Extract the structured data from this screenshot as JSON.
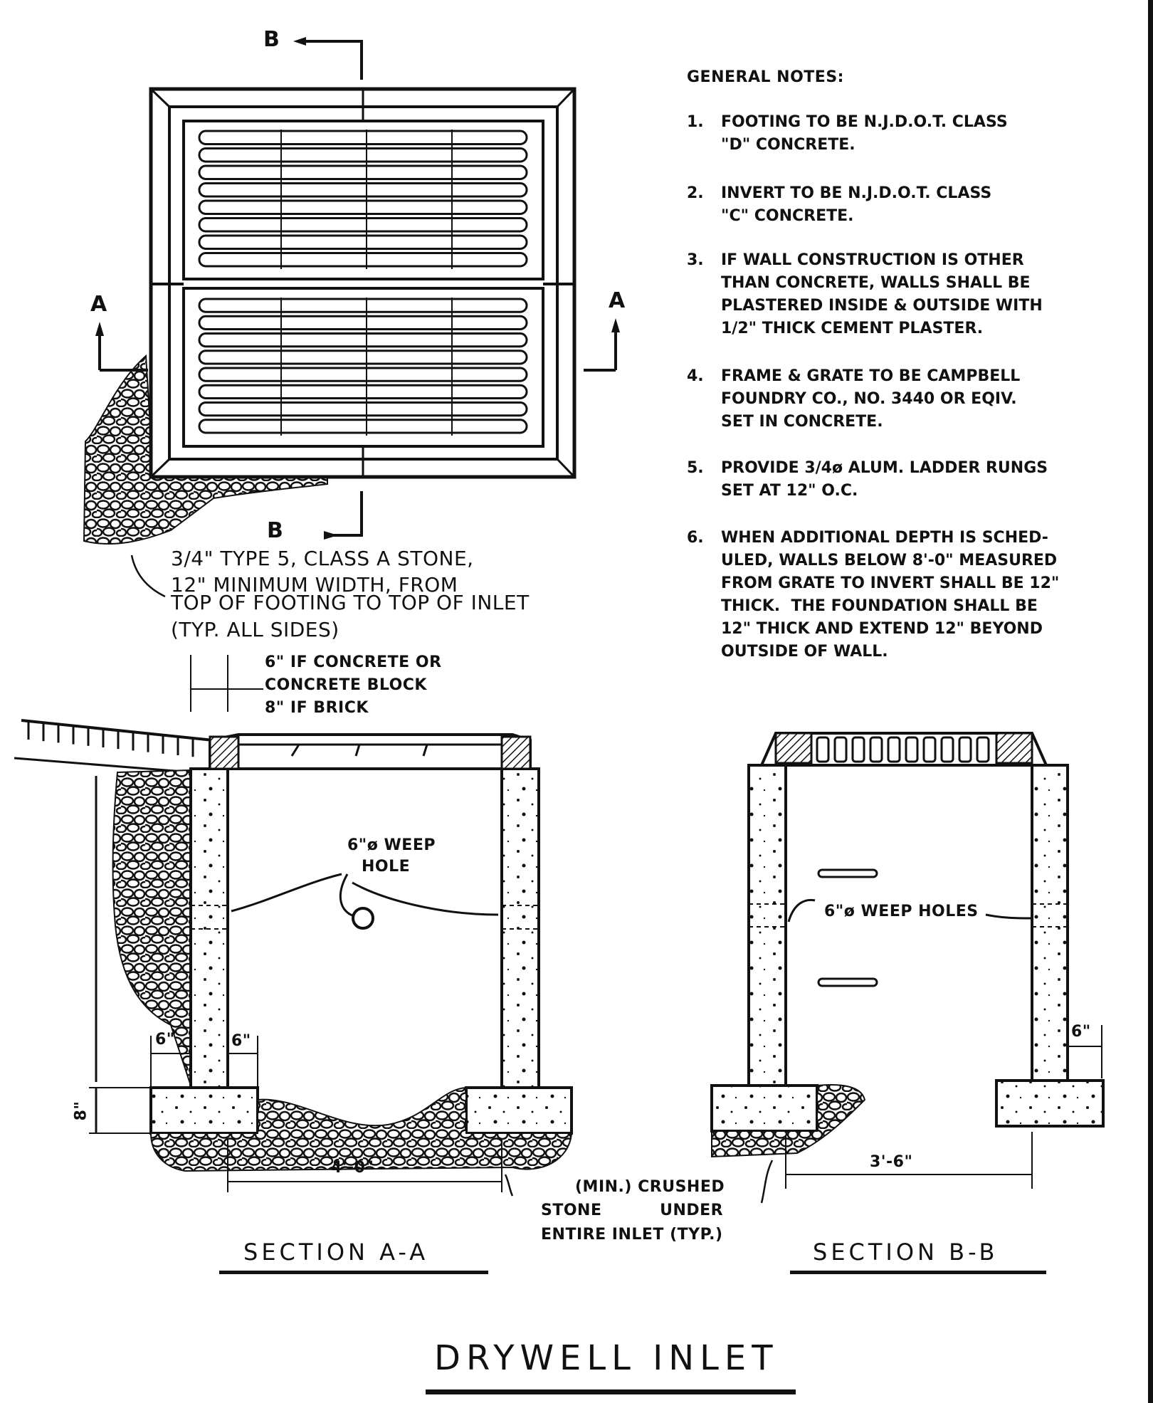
{
  "section_markers": {
    "b_top": "B",
    "b_bottom": "B",
    "a_left": "A",
    "a_right": "A"
  },
  "general_notes": {
    "heading": "GENERAL NOTES:",
    "items": [
      {
        "num": "1.",
        "text": "FOOTING TO BE N.J.D.O.T. CLASS\n\"D\" CONCRETE."
      },
      {
        "num": "2.",
        "text": "INVERT TO BE N.J.D.O.T. CLASS\n\"C\" CONCRETE."
      },
      {
        "num": "3.",
        "text": "IF WALL CONSTRUCTION IS OTHER\nTHAN CONCRETE, WALLS SHALL BE\nPLASTERED INSIDE & OUTSIDE WITH\n1/2\" THICK CEMENT PLASTER."
      },
      {
        "num": "4.",
        "text": "FRAME & GRATE TO BE CAMPBELL\nFOUNDRY CO., NO. 3440 OR EQIV.\nSET IN CONCRETE."
      },
      {
        "num": "5.",
        "text": "PROVIDE 3/4ø ALUM. LADDER RUNGS\nSET AT 12\" O.C."
      },
      {
        "num": "6.",
        "text": "WHEN ADDITIONAL DEPTH IS SCHED-\nULED, WALLS BELOW 8'-0\" MEASURED\nFROM GRATE TO INVERT SHALL BE 12\"\nTHICK.  THE FOUNDATION SHALL BE\n12\" THICK AND EXTEND 12\" BEYOND\nOUTSIDE OF WALL."
      }
    ]
  },
  "stone_note": {
    "line1": "3/4\" TYPE 5, CLASS A STONE,",
    "line2": "12\" MINIMUM WIDTH, FROM",
    "line3": "TOP OF FOOTING TO TOP OF INLET",
    "line4": "(TYP. ALL SIDES)"
  },
  "wall_note": {
    "line1": "6\" IF CONCRETE OR",
    "line2": "CONCRETE BLOCK",
    "line3": "8\" IF BRICK"
  },
  "section_a": {
    "weep_line1": "6\"ø WEEP",
    "weep_line2": "HOLE",
    "dim_left": "6\"",
    "dim_right": "6\"",
    "dim_footing": "8\"",
    "dim_width": "4'-0\"",
    "caption": "SECTION  A-A"
  },
  "section_b": {
    "weep_label": "6\"ø WEEP HOLES",
    "dim_right": "6\"",
    "dim_width": "3'-6\"",
    "caption": "SECTION  B-B"
  },
  "stone_under_note": {
    "line1": "(MIN.) CRUSHED",
    "line2": "STONE          UNDER",
    "line3": "ENTIRE INLET (TYP.)"
  },
  "title": "DRYWELL  INLET"
}
